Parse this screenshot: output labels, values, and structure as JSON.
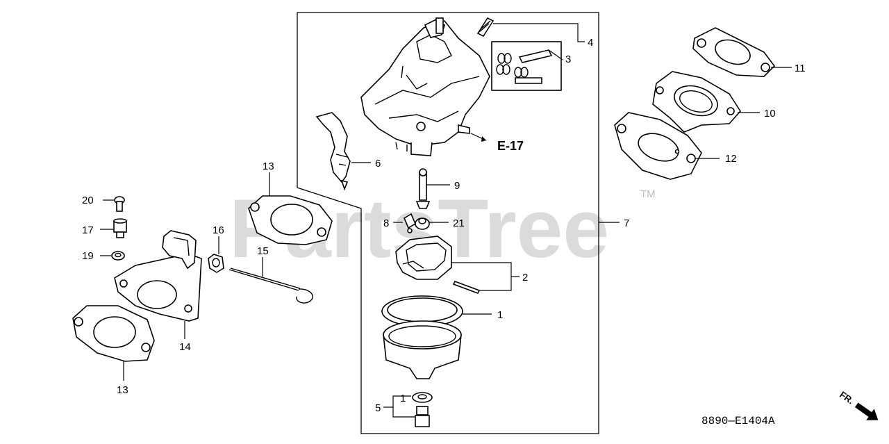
{
  "watermark": "PartsTree",
  "trademark": "TM",
  "reference_label": "E-17",
  "drawing_code": "8890—E1404A",
  "direction_label": "FR.",
  "callouts": {
    "c1a": "1",
    "c1b": "1",
    "c2": "2",
    "c3": "3",
    "c4": "4",
    "c5": "5",
    "c6": "6",
    "c7": "7",
    "c8": "8",
    "c9": "9",
    "c10": "10",
    "c11": "11",
    "c12": "12",
    "c13a": "13",
    "c13b": "13",
    "c14": "14",
    "c15": "15",
    "c16": "16",
    "c17": "17",
    "c19": "19",
    "c20": "20",
    "c21": "21"
  }
}
